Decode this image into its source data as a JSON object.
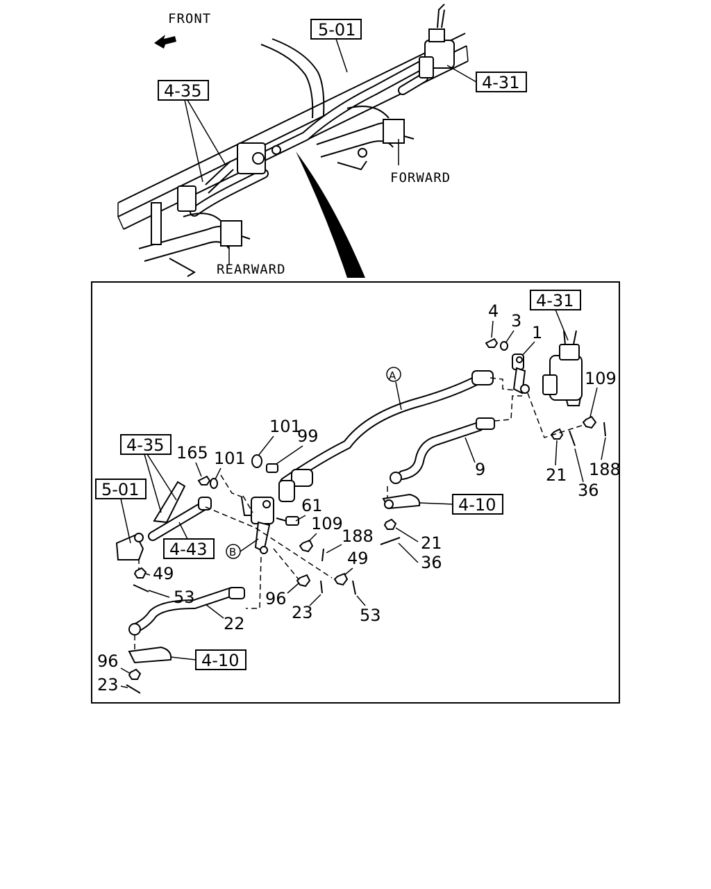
{
  "overview": {
    "front_label": "FRONT",
    "ref_501": "5-01",
    "ref_435": "4-35",
    "ref_431": "4-31",
    "forward_label": "FORWARD",
    "rearward_label": "REARWARD"
  },
  "detail": {
    "refs": {
      "r431": "4-31",
      "r435": "4-35",
      "r501": "5-01",
      "r443": "4-43",
      "r410a": "4-10",
      "r410b": "4-10"
    },
    "callouts": {
      "A": "A",
      "B": "B"
    },
    "labels": {
      "p4": "4",
      "p3": "3",
      "p1": "1",
      "p109a": "109",
      "p101a": "101",
      "p99": "99",
      "p165": "165",
      "p101b": "101",
      "p61": "61",
      "p109b": "109",
      "p188a": "188",
      "p49a": "49",
      "p9": "9",
      "p21a": "21",
      "p188b": "188",
      "p36a": "36",
      "p21b": "21",
      "p36b": "36",
      "p49b": "49",
      "p53a": "53",
      "p96a": "96",
      "p23a": "23",
      "p53b": "53",
      "p22": "22",
      "p96b": "96",
      "p23b": "23"
    }
  }
}
